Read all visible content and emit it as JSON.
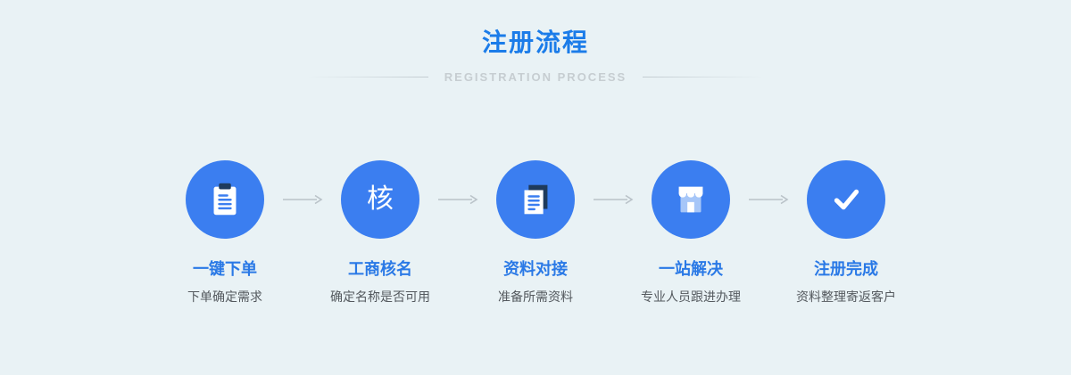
{
  "header": {
    "title": "注册流程",
    "subtitle": "REGISTRATION PROCESS"
  },
  "steps": [
    {
      "icon": "clipboard-icon",
      "title": "一键下单",
      "desc": "下单确定需求"
    },
    {
      "icon": "name-check-icon",
      "glyph": "核",
      "title": "工商核名",
      "desc": "确定名称是否可用"
    },
    {
      "icon": "documents-icon",
      "title": "资料对接",
      "desc": "准备所需资料"
    },
    {
      "icon": "storefront-icon",
      "title": "一站解决",
      "desc": "专业人员跟进办理"
    },
    {
      "icon": "checkmark-icon",
      "title": "注册完成",
      "desc": "资料整理寄返客户"
    }
  ],
  "colors": {
    "background": "#e9f2f5",
    "circle_blue": "#3b7ef0",
    "title_blue": "#1b7ce9",
    "step_title_blue": "#2a79e6",
    "desc_gray": "#54595e",
    "subtitle_gray": "#c6cdd1",
    "arrow_gray": "#b9c2c8",
    "icon_dark_navy": "#1e3a5c",
    "icon_light_blue": "#a6c6f8"
  }
}
